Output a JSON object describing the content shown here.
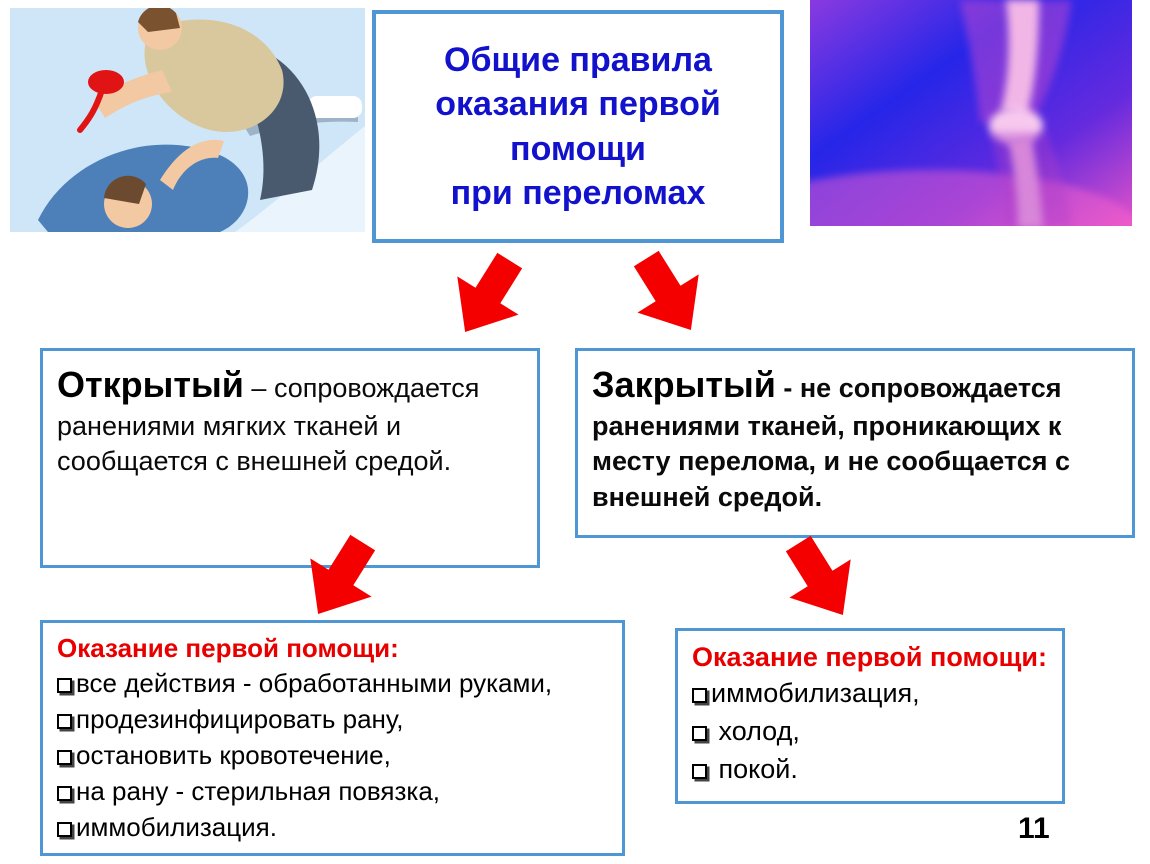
{
  "page": {
    "number": "11"
  },
  "title": {
    "full": "Общие правила оказания первой помощи при переломах",
    "lines": [
      "Общие правила",
      "оказания первой",
      "помощи",
      "при переломах"
    ]
  },
  "fracture_types": {
    "open": {
      "term": "Открытый",
      "separator": "–",
      "description": "сопровождается ранениями мягких тканей и сообщается с внешней средой."
    },
    "closed": {
      "term": "Закрытый",
      "separator": "-",
      "description": "не сопровождается ранениями тканей, проникающих к месту перелома, и не сообщается с внешней средой."
    }
  },
  "first_aid_open": {
    "heading": "Оказание первой помощи:",
    "items": [
      "все действия - обработанными руками,",
      "продезинфицировать рану,",
      "остановить кровотечение,",
      "на рану - стерильная повязка,",
      "иммобилизация."
    ]
  },
  "first_aid_closed": {
    "heading": "Оказание первой помощи:",
    "items": [
      "иммобилизация,",
      " холод,",
      " покой."
    ]
  },
  "icons": {
    "bullet": "checkbox-square",
    "arrow": "red-down-arrow"
  },
  "colors": {
    "box_border": "#4f97d4",
    "title_text": "#1212cc",
    "arrow_red": "#f40000",
    "heading_red": "#e80000",
    "body_text": "#000000"
  }
}
